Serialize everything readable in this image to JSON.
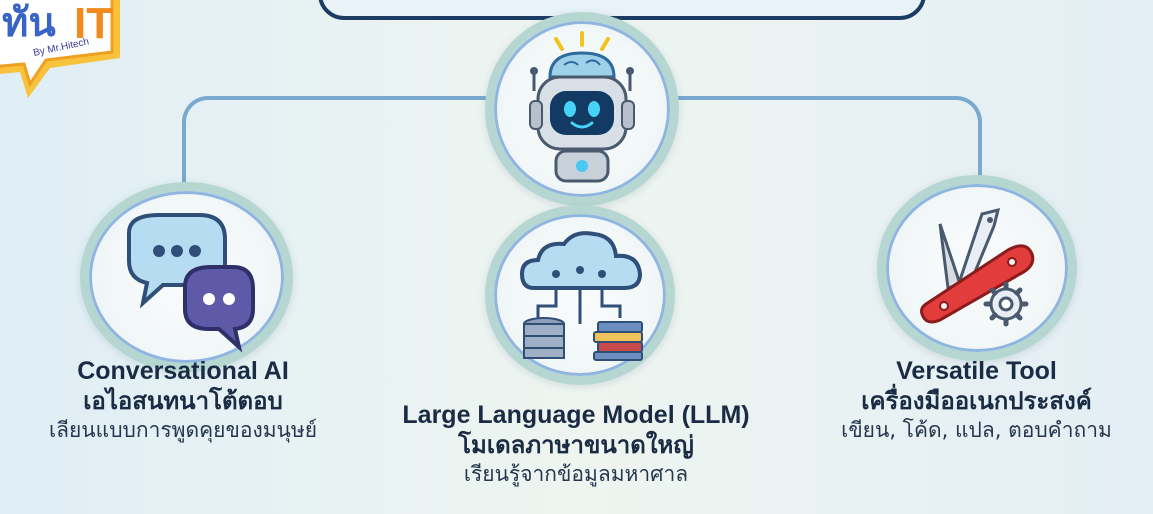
{
  "logo": {
    "text_main": "ทันIT",
    "text_by": "By Mr.Hitech"
  },
  "center_node": {
    "icon": "robot-icon"
  },
  "nodes": [
    {
      "id": "conversational",
      "icon": "chat-bubbles-icon",
      "title_en": "Conversational AI",
      "title_th": "เอไอสนทนาโต้ตอบ",
      "subtitle": "เลียนแบบการพูดคุยของมนุษย์"
    },
    {
      "id": "llm",
      "icon": "cloud-database-books-icon",
      "title_en": "Large Language Model (LLM)",
      "title_th": "โมเดลภาษาขนาดใหญ่",
      "subtitle": "เรียนรู้จากข้อมูลมหาศาล"
    },
    {
      "id": "versatile",
      "icon": "swiss-army-knife-icon",
      "title_en": "Versatile Tool",
      "title_th": "เครื่องมืออเนกประสงค์",
      "subtitle": "เขียน, โค้ด, แปล, ตอบคำถาม"
    }
  ],
  "colors": {
    "navy_text": "#1a2b44",
    "connector": "#79a9cf",
    "ring": "#b6d7d1",
    "accent_orange": "#f4a21c",
    "accent_purple": "#7b4fb8"
  }
}
